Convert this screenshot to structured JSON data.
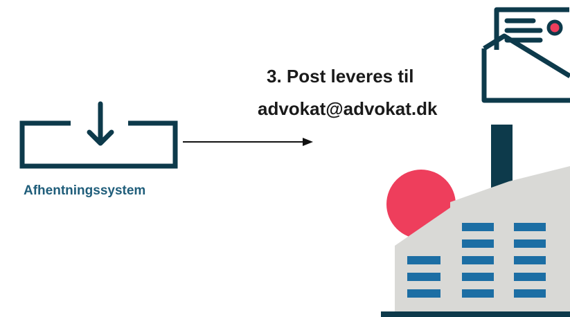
{
  "step": {
    "line1": "3. Post leveres til",
    "line2": "advokat@advokat.dk"
  },
  "pickup_system": {
    "label": "Afhentningssystem"
  },
  "icons": {
    "pickup": "inbox-download-icon",
    "mail": "envelope-icon",
    "company": "factory-icon"
  },
  "colors": {
    "navy": "#0d3a4b",
    "label_blue": "#1f5d7a",
    "accent_red": "#ee3e5c",
    "window_blue": "#1c6ea4",
    "building_gray": "#d9d9d6",
    "arrow": "#111111"
  }
}
